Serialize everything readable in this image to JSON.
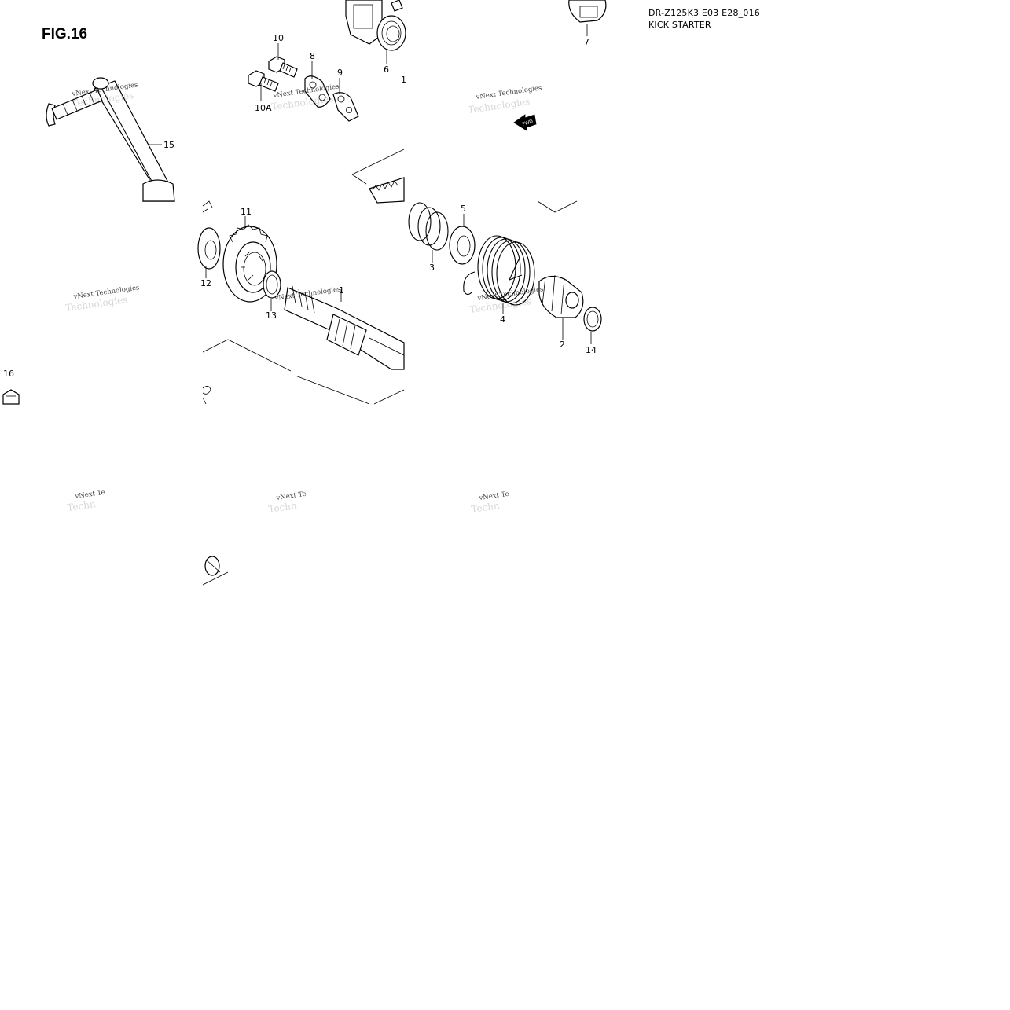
{
  "figure": {
    "fig_label": "FIG.16",
    "model_code": "DR-Z125K3 E03 E28_016",
    "section_title": "KICK STARTER",
    "fwd_label": "FWD"
  },
  "callouts": [
    {
      "id": "c1a",
      "label": "1"
    },
    {
      "id": "c1b",
      "label": "1"
    },
    {
      "id": "c2",
      "label": "2"
    },
    {
      "id": "c3",
      "label": "3"
    },
    {
      "id": "c4",
      "label": "4"
    },
    {
      "id": "c5",
      "label": "5"
    },
    {
      "id": "c6",
      "label": "6"
    },
    {
      "id": "c7",
      "label": "7"
    },
    {
      "id": "c8",
      "label": "8"
    },
    {
      "id": "c9",
      "label": "9"
    },
    {
      "id": "c10",
      "label": "10"
    },
    {
      "id": "c10a",
      "label": "10A"
    },
    {
      "id": "c11",
      "label": "11"
    },
    {
      "id": "c12",
      "label": "12"
    },
    {
      "id": "c13",
      "label": "13"
    },
    {
      "id": "c14",
      "label": "14"
    },
    {
      "id": "c15",
      "label": "15"
    },
    {
      "id": "c16",
      "label": "16"
    }
  ],
  "watermark": {
    "line1": "vNext Technologies",
    "line2": "Technologies",
    "short1": "vNext Te",
    "short2": "Techn"
  }
}
